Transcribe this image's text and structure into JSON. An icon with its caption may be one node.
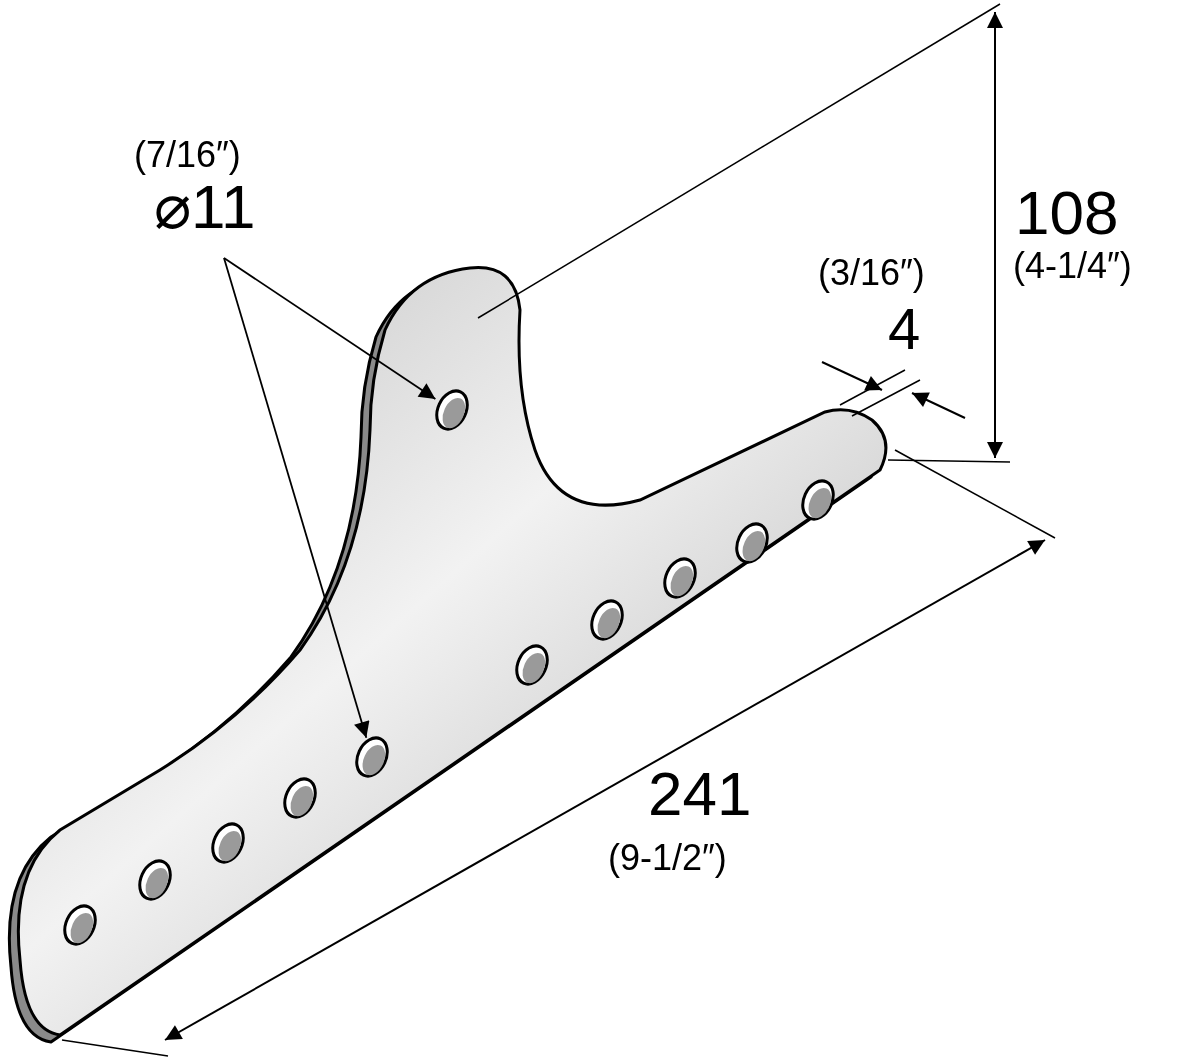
{
  "diagram": {
    "nodes": [
      {
        "text": [
          "(7/16″)",
          "⌀11"
        ]
      },
      {
        "text": [],
        "shape": "circle"
      },
      {
        "text": [],
        "shape": "circle"
      },
      {
        "text": [],
        "shape": "circle"
      },
      {
        "text": [],
        "shape": "circle"
      },
      {
        "text": [],
        "shape": "circle"
      },
      {
        "text": [],
        "shape": "circle"
      },
      {
        "text": [],
        "shape": "circle"
      },
      {
        "text": [],
        "shape": "circle"
      },
      {
        "text": [],
        "shape": "circle"
      },
      {
        "text": [],
        "shape": "circle"
      },
      {
        "text": [],
        "shape": "circle"
      }
    ],
    "edges": [
      {
        "from": 0,
        "to": 6,
        "arrow": "to"
      },
      {
        "from": 0,
        "to": 5,
        "arrow": "to"
      }
    ],
    "labels": [
      "108",
      "(4-1/4″)",
      "(3/16″)",
      "4",
      "241",
      "(9-1/2″)"
    ]
  }
}
